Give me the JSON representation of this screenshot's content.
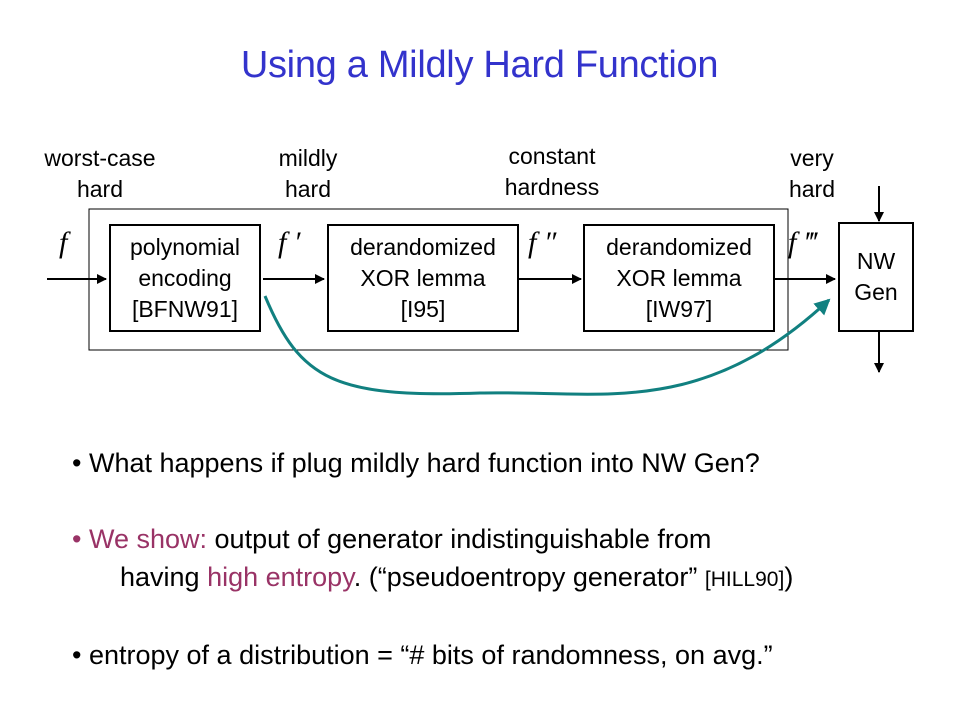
{
  "title": "Using a Mildly Hard Function",
  "stages": [
    {
      "text": "worst-case\nhard"
    },
    {
      "text": "mildly\nhard"
    },
    {
      "text": "constant\nhardness"
    },
    {
      "text": "very\nhard"
    }
  ],
  "functions": [
    "f",
    "f ′",
    "f ″",
    "f ‴"
  ],
  "boxes": [
    {
      "text": "polynomial\nencoding\n[BFNW91]"
    },
    {
      "text": "derandomized\nXOR lemma\n[I95]"
    },
    {
      "text": "derandomized\nXOR lemma\n[IW97]"
    },
    {
      "text": "NW\nGen"
    }
  ],
  "bullets": {
    "b1": {
      "marker": "•",
      "text": "What happens if plug mildly hard function into NW Gen?"
    },
    "b2": {
      "marker": "•",
      "lead": "We show:",
      "text1": "output of generator indistinguishable from",
      "line2_pre": "having",
      "highlight": "high entropy",
      "line2_mid": ". (“pseudoentropy generator”",
      "cite": "[HILL90]",
      "line2_end": ")"
    },
    "b3": {
      "marker": "•",
      "text": "entropy of a distribution = “# bits of randomness, on avg.”"
    }
  },
  "colors": {
    "title": "#3333cc",
    "accent": "#993366",
    "curve": "#118080"
  }
}
